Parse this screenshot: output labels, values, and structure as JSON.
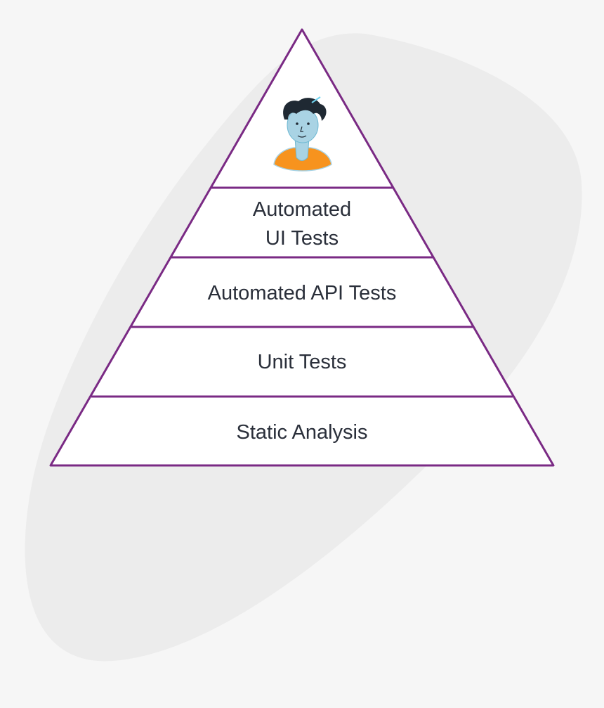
{
  "diagram": {
    "type": "pyramid",
    "tiers": [
      {
        "id": "manual",
        "label": "",
        "icon": "person-icon"
      },
      {
        "id": "ui",
        "label_lines": [
          "Automated",
          "UI Tests"
        ]
      },
      {
        "id": "api",
        "label": "Automated API Tests"
      },
      {
        "id": "unit",
        "label": "Unit Tests"
      },
      {
        "id": "static",
        "label": "Static Analysis"
      }
    ],
    "colors": {
      "outline": "#7a2a84",
      "fill": "#ffffff",
      "background": "#f6f6f6",
      "blob": "#ececec",
      "text": "#2a2f3a",
      "person_shirt": "#f7931e",
      "person_skin": "#a9d3e4",
      "person_hair": "#1f2933"
    }
  }
}
